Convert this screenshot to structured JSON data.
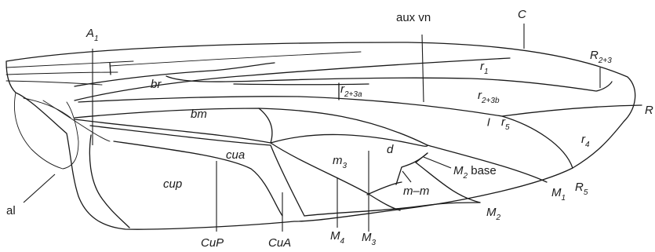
{
  "figure": {
    "structure_labels": {
      "aux_vn": "aux vn",
      "C": "C",
      "A1": "A",
      "A1_sub": "1",
      "R23": "R",
      "R23_sub": "2+3",
      "R": "R",
      "R5": "R",
      "R5_sub": "5",
      "M1": "M",
      "M1_sub": "1",
      "M2": "M",
      "M2_sub": "2",
      "M2base": "M",
      "M2base_sub": "2",
      "M2base_tail": " base",
      "mm": "m–m",
      "M4": "M",
      "M4_sub": "4",
      "M3": "M",
      "M3_sub": "3",
      "CuA": "CuA",
      "CuP": "CuP",
      "al": "al"
    },
    "cell_labels": {
      "br": "br",
      "bm": "bm",
      "cua": "cua",
      "cup": "cup",
      "d": "d",
      "m3": "m",
      "m3_sub": "3",
      "r1": "r",
      "r1_sub": "1",
      "r23a": "r",
      "r23a_sub": "2+3a",
      "r23b": "r",
      "r23b_sub": "2+3b",
      "r5": "r",
      "r5_sub": "5",
      "r4": "r",
      "r4_sub": "4"
    }
  }
}
